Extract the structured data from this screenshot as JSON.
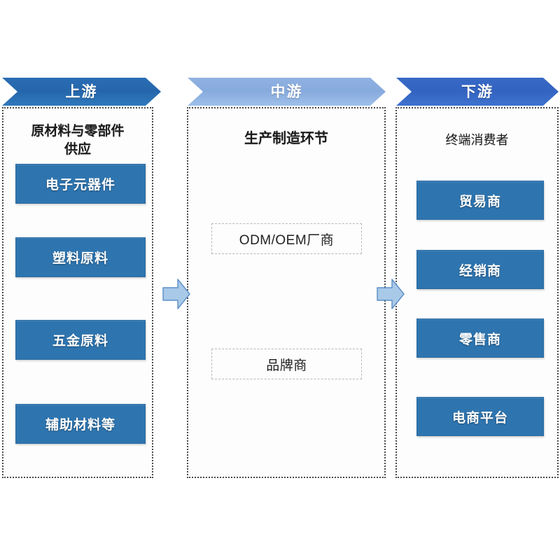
{
  "diagram": {
    "title_semantic": "industry-chain-diagram",
    "colors": {
      "upstream_header": "#2566ab",
      "midstream_header": "#87aadd",
      "downstream_header": "#3363c0",
      "item_box_blue": "#2e75b0",
      "connector_arrow_fill": "#a9c9e8",
      "connector_arrow_stroke": "#5b8fc7",
      "container_border": "#4a4a4a",
      "dashed_subbox_border": "#b8b8b8"
    }
  },
  "stages": [
    {
      "key": "upstream",
      "header": "上游",
      "title": "原材料与零部件供应",
      "title_lines": [
        "原材料与零部件",
        "供应"
      ],
      "items": [
        {
          "label": "电子元器件",
          "style": "solid-blue"
        },
        {
          "label": "塑料原料",
          "style": "solid-blue"
        },
        {
          "label": "五金原料",
          "style": "solid-blue"
        },
        {
          "label": "辅助材料等",
          "style": "solid-blue"
        }
      ]
    },
    {
      "key": "midstream",
      "header": "中游",
      "title": "生产制造环节",
      "items": [
        {
          "label": "ODM/OEM厂商",
          "style": "dashed-white"
        },
        {
          "label": "品牌商",
          "style": "dashed-white"
        }
      ]
    },
    {
      "key": "downstream",
      "header": "下游",
      "title": "终端消费者",
      "items": [
        {
          "label": "贸易商",
          "style": "solid-blue"
        },
        {
          "label": "经销商",
          "style": "solid-blue"
        },
        {
          "label": "零售商",
          "style": "solid-blue"
        },
        {
          "label": "电商平台",
          "style": "solid-blue"
        }
      ]
    }
  ],
  "connectors": [
    {
      "from": "upstream",
      "to": "midstream",
      "icon": "right-arrow-icon"
    },
    {
      "from": "midstream",
      "to": "downstream",
      "icon": "right-arrow-icon"
    }
  ]
}
